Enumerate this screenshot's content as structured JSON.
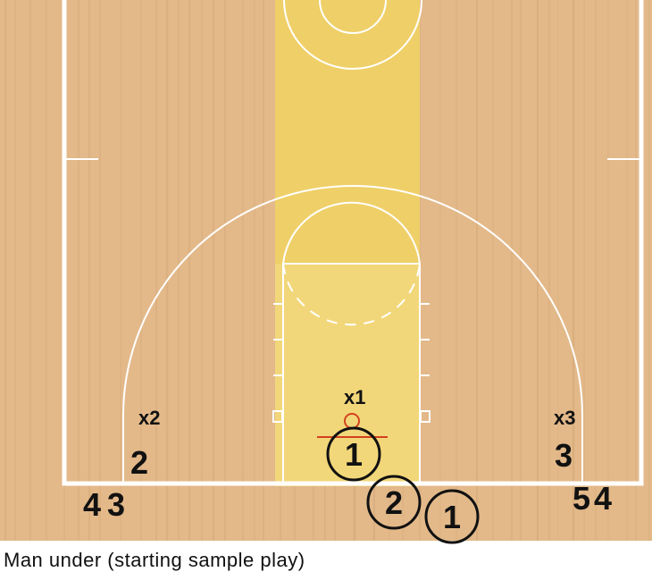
{
  "colors": {
    "floor": "#e3b98a",
    "floor_grain": "#d3a574",
    "lane": "#f2d77a",
    "lines": "#ffffff",
    "rim": "#d2421f",
    "ink": "#111111"
  },
  "defenders": [
    "x1",
    "x2",
    "x3"
  ],
  "spots": [
    "2",
    "3",
    "4",
    "3",
    "5",
    "4"
  ],
  "circled": [
    "1",
    "2",
    "1"
  ],
  "caption": "Man under (starting sample play)"
}
